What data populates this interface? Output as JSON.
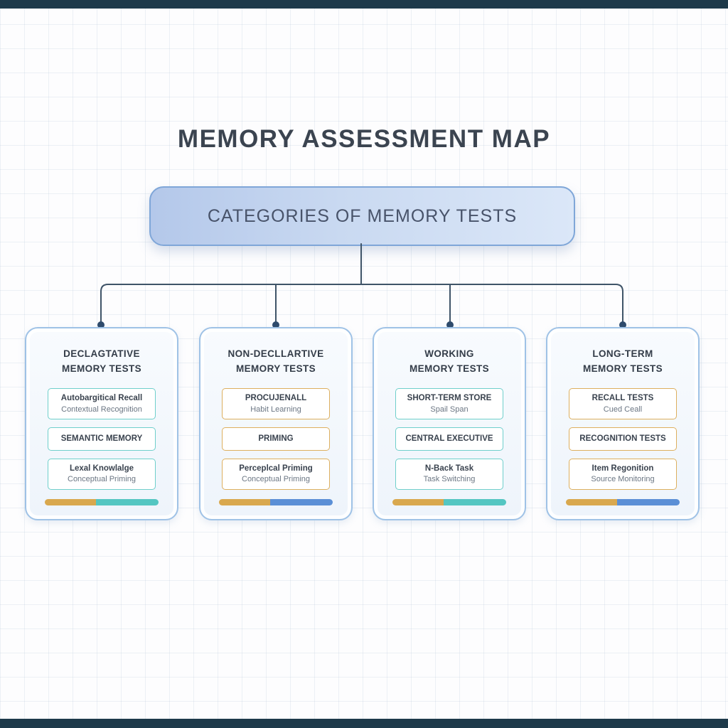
{
  "page": {
    "title": "MEMORY ASSESSMENT MAP",
    "root_label": "CATEGORIES OF MEMORY TESTS"
  },
  "colors": {
    "edge_strip": "#1e3a4a",
    "root_border": "#7fa6d8",
    "card_border": "#9fc2e6",
    "teal_accent": "#54c6c2",
    "gold_accent": "#d9a84e",
    "blue_accent": "#5b8fd6",
    "connector": "#3f5468",
    "connector_dot": "#2e4a6b"
  },
  "cards": [
    {
      "title": "DECLAGTATIVE\nMEMORY TESTS",
      "box_accent": "teal",
      "boxes": [
        {
          "line1": "Autobargitical Recall",
          "line2": "Contextual Recognition"
        },
        {
          "line1": "SEMANTIC MEMORY"
        },
        {
          "line1": "Lexal Knowlalge",
          "line2": "Conceptual Priming"
        }
      ],
      "bar": [
        "gold",
        "teal"
      ]
    },
    {
      "title": "NON-DECLLARTIVE\nMEMORY TESTS",
      "box_accent": "gold",
      "boxes": [
        {
          "line1": "PROCUJENALL",
          "line2": "Habit Learning"
        },
        {
          "line1": "PRIMING"
        },
        {
          "line1": "Perceplcal Priming",
          "line2": "Conceptual Priming"
        }
      ],
      "bar": [
        "gold",
        "blue"
      ]
    },
    {
      "title": "WORKING\nMEMORY TESTS",
      "box_accent": "teal",
      "boxes": [
        {
          "line1": "SHORT-TERM STORE",
          "line2": "Spail Span"
        },
        {
          "line1": "CENTRAL EXECUTIVE"
        },
        {
          "line1": "N-Back Task",
          "line2": "Task Switching"
        }
      ],
      "bar": [
        "gold",
        "teal"
      ]
    },
    {
      "title": "LONG-TERM\nMEMORY TESTS",
      "box_accent": "gold",
      "boxes": [
        {
          "line1": "RECALL TESTS",
          "line2": "Cued Ceall"
        },
        {
          "line1": "RECOGNITION TESTS"
        },
        {
          "line1": "Item Regonition",
          "line2": "Source Monitoring"
        }
      ],
      "bar": [
        "gold",
        "blue"
      ]
    }
  ]
}
